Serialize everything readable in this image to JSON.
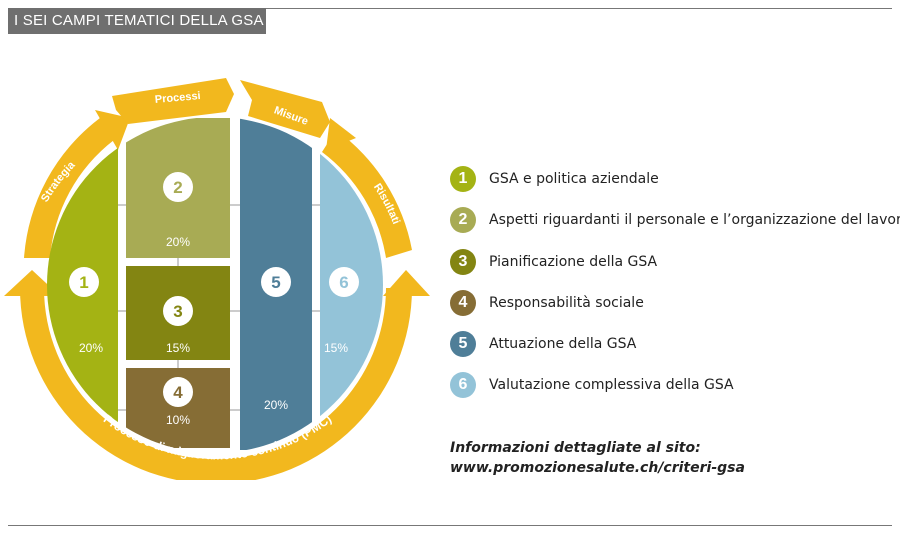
{
  "header": {
    "title": "I SEI CAMPI TEMATICI DELLA GSA"
  },
  "ring": {
    "color": "#f2b81e",
    "labels": {
      "strategia": "Strategia",
      "processi": "Processi",
      "misure": "Misure",
      "risultati": "Risultati",
      "pmc": "Processo di miglioramento continuo (PMC)"
    }
  },
  "segments": [
    {
      "number": "1",
      "percent": "20%",
      "color": "#a4b314"
    },
    {
      "number": "2",
      "percent": "20%",
      "color": "#a8ab54"
    },
    {
      "number": "3",
      "percent": "15%",
      "color": "#838512"
    },
    {
      "number": "4",
      "percent": "10%",
      "color": "#866d35"
    },
    {
      "number": "5",
      "percent": "20%",
      "color": "#4f7e98"
    },
    {
      "number": "6",
      "percent": "15%",
      "color": "#93c3d8"
    }
  ],
  "legend": [
    {
      "number": "1",
      "label": "GSA e politica aziendale",
      "color": "#a4b314"
    },
    {
      "number": "2",
      "label": "Aspetti riguardanti il personale e l’organizzazione del lavoro",
      "color": "#a8ab54"
    },
    {
      "number": "3",
      "label": "Pianificazione della GSA",
      "color": "#838512"
    },
    {
      "number": "4",
      "label": "Responsabilità sociale",
      "color": "#866d35"
    },
    {
      "number": "5",
      "label": "Attuazione della GSA",
      "color": "#4f7e98"
    },
    {
      "number": "6",
      "label": "Valutazione complessiva della GSA",
      "color": "#93c3d8"
    }
  ],
  "info": {
    "line1": "Informazioni dettagliate al sito:",
    "line2": "www.promozionesalute.ch/criteri-gsa"
  }
}
